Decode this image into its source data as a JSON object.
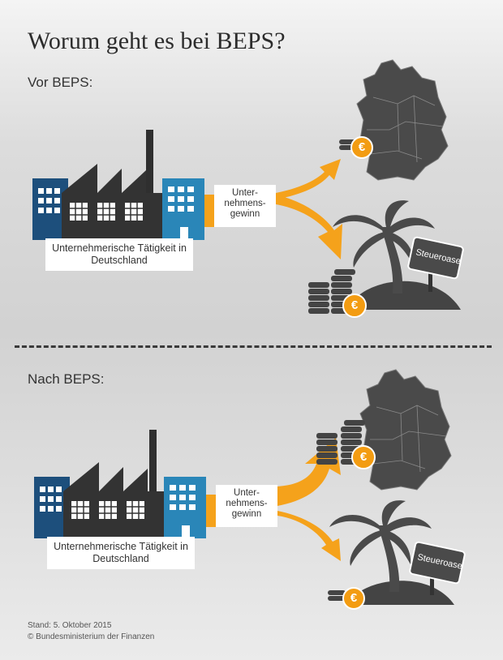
{
  "title": "Worum geht es bei BEPS?",
  "before": {
    "label": "Vor BEPS:",
    "company_label": "Unternehmerische Tätigkeit in Deutschland",
    "profit_label": "Unter-nehmens-gewinn",
    "tax_haven_sign": "Steueroase",
    "currency_symbol": "€"
  },
  "after": {
    "label": "Nach BEPS:",
    "company_label": "Unternehmerische Tätigkeit in Deutschland",
    "profit_label": "Unter-nehmens-gewinn",
    "tax_haven_sign": "Steueroase",
    "currency_symbol": "€"
  },
  "footer": {
    "date": "Stand: 5. Oktober 2015",
    "copyright": "© Bundesministerium der Finanzen"
  },
  "colors": {
    "building_blue": "#1d4f7c",
    "building_light_blue": "#2a86b8",
    "factory": "#333333",
    "arrow": "#f5a21b",
    "coin": "#f39c12",
    "map": "#4a4a4a"
  }
}
